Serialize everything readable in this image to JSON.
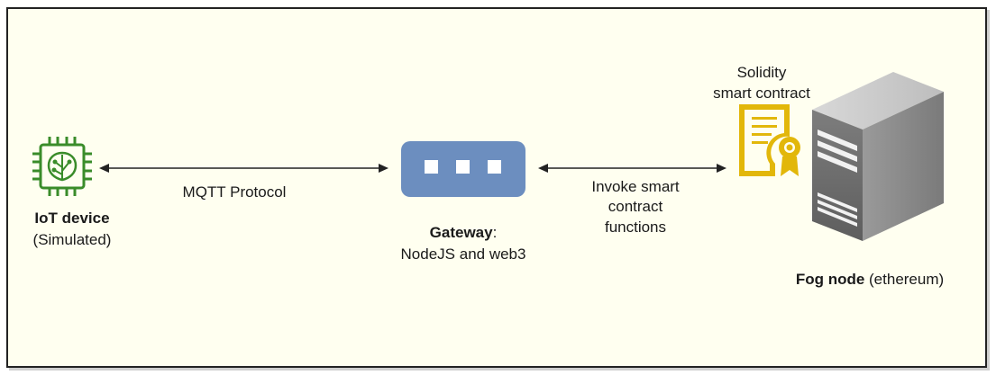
{
  "diagram": {
    "nodes": {
      "iot": {
        "name": "IoT device",
        "detail": "(Simulated)",
        "icon": "iot-chip-icon",
        "color": "#3a8c2a"
      },
      "gateway": {
        "name": "Gateway",
        "separator": ":",
        "detail": "NodeJS and web3",
        "icon": "gateway-icon",
        "color": "#6c8ebf"
      },
      "contract": {
        "line1": "Solidity",
        "line2": "smart contract",
        "icon": "certificate-icon",
        "color": "#e2b70a"
      },
      "fog": {
        "name": "Fog node",
        "detail": " (ethereum)",
        "icon": "server-icon"
      }
    },
    "edges": {
      "iot_gateway": {
        "label": "MQTT Protocol"
      },
      "gateway_fog": {
        "line1": "Invoke smart",
        "line2": "contract",
        "line3": "functions"
      }
    }
  }
}
